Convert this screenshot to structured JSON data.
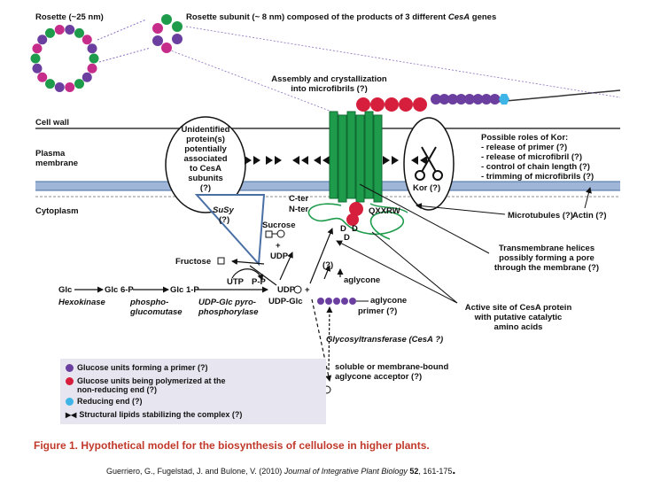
{
  "colors": {
    "purple": "#6b3fa0",
    "red": "#d61f3c",
    "cyan": "#3fb4e6",
    "green": "#1e9b4b",
    "magenta": "#c62d8a",
    "membrane_blue": "#9fb6d8",
    "caption_red": "#c0392b",
    "legend_bg": "#e7e6f0"
  },
  "labels": {
    "rosette": "Rosette (~25 nm)",
    "rosette_subunit_prefix": "Rosette subunit (~ 8 nm) composed of the products of 3 different ",
    "rosette_subunit_genes": "CesA",
    "rosette_subunit_suffix": " genes",
    "assembly_1": "Assembly and crystallization",
    "assembly_2": "into microfibrils (?)",
    "cell_wall": "Cell wall",
    "plasma_1": "Plasma",
    "plasma_2": "membrane",
    "cytoplasm": "Cytoplasm",
    "unidentified": [
      "Unidentified",
      "protein(s)",
      "potentially",
      "associated",
      "to CesA",
      "subunits",
      "(?)"
    ],
    "possible_roles": [
      "Possible roles of Kor:",
      "- release of primer (?)",
      "- release of microfibril (?)",
      "- control of chain length (?)",
      "- trimming of microfibrils (?)"
    ],
    "kor": "Kor (?)",
    "c_ter": "C-ter",
    "n_ter": "N-ter",
    "qxxrw": "QXXRW",
    "d": "D",
    "microtubules": "Microtubules (?)",
    "actin": "Actin (?)",
    "transmembrane": [
      "Transmembrane helices",
      "possibly forming a pore",
      "through the membrane (?)"
    ],
    "susy": "SuSy",
    "susy_q": "(?)",
    "sucrose": "Sucrose",
    "udp": "UDP",
    "plus": "+",
    "fructose": "Fructose",
    "utp": "UTP",
    "pp": "P-P",
    "udp_glc": "UDP-Glc",
    "glc": "Glc",
    "glc6p": "Glc 6-P",
    "glc1p": "Glc 1-P",
    "hexokinase": "Hexokinase",
    "phospho": [
      "phospho-",
      "glucomutase"
    ],
    "udpglc_pyro": [
      "UDP-Glc pyro-",
      "phosphorylase"
    ],
    "q": "(?)",
    "aglycone": "aglycone",
    "aglycone_primer_1": "aglycone",
    "aglycone_primer_2": "primer (?)",
    "glycosyl": "Glycosyltransferase (CesA ?)",
    "soluble": [
      "soluble or membrane-bound",
      "aglycone acceptor (?)"
    ],
    "active_site": [
      "Active site of CesA protein",
      "with putative catalytic",
      "amino acids"
    ]
  },
  "legend": [
    {
      "icon": "purple-dot",
      "lines": [
        "Glucose units forming a primer (?)"
      ]
    },
    {
      "icon": "red-dot",
      "lines": [
        "Glucose units being polymerized at the",
        "non-reducing end (?)"
      ]
    },
    {
      "icon": "cyan-dot",
      "lines": [
        "Reducing end (?)"
      ]
    },
    {
      "icon": "lipid-arrows",
      "lines": [
        "Structural lipids stabilizing the complex (?)"
      ]
    }
  ],
  "caption": "Figure 1. Hypothetical model for the biosynthesis of cellulose in higher plants.",
  "citation": {
    "authors": "Guerriero, G., Fugelstad, J. and Bulone, V. (2010) ",
    "journal": "Journal of Integrative Plant Biology",
    "volume": " 52",
    "pages": ", 161-175",
    "dot": "."
  }
}
